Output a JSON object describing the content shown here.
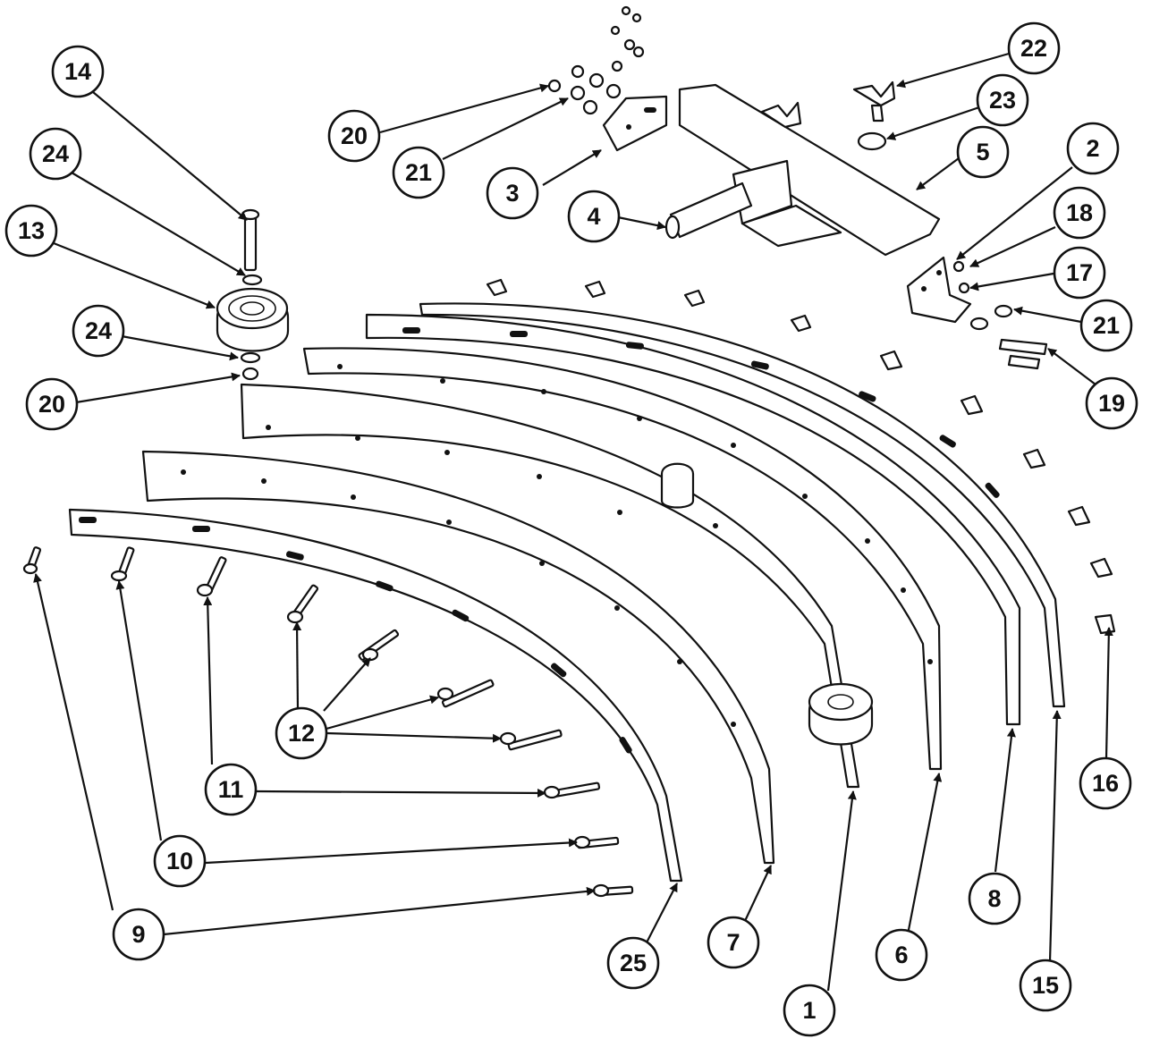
{
  "diagram": {
    "callouts": [
      {
        "id": "c14a",
        "label": "14"
      },
      {
        "id": "c24a",
        "label": "24"
      },
      {
        "id": "c13",
        "label": "13"
      },
      {
        "id": "c24b",
        "label": "24"
      },
      {
        "id": "c20a",
        "label": "20"
      },
      {
        "id": "c20b",
        "label": "20"
      },
      {
        "id": "c21a",
        "label": "21"
      },
      {
        "id": "c3",
        "label": "3"
      },
      {
        "id": "c4",
        "label": "4"
      },
      {
        "id": "c22",
        "label": "22"
      },
      {
        "id": "c23",
        "label": "23"
      },
      {
        "id": "c5",
        "label": "5"
      },
      {
        "id": "c2",
        "label": "2"
      },
      {
        "id": "c18",
        "label": "18"
      },
      {
        "id": "c17",
        "label": "17"
      },
      {
        "id": "c21b",
        "label": "21"
      },
      {
        "id": "c19",
        "label": "19"
      },
      {
        "id": "c16",
        "label": "16"
      },
      {
        "id": "c12",
        "label": "12"
      },
      {
        "id": "c11",
        "label": "11"
      },
      {
        "id": "c10",
        "label": "10"
      },
      {
        "id": "c9",
        "label": "9"
      },
      {
        "id": "c25",
        "label": "25"
      },
      {
        "id": "c7",
        "label": "7"
      },
      {
        "id": "c1",
        "label": "1"
      },
      {
        "id": "c6",
        "label": "6"
      },
      {
        "id": "c8",
        "label": "8"
      },
      {
        "id": "c15",
        "label": "15"
      }
    ]
  }
}
